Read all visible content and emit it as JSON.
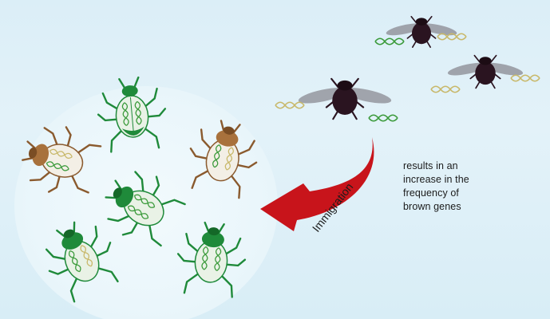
{
  "label": "Immigration",
  "caption": {
    "lines": [
      "results in an",
      "increase in the",
      "frequency of",
      "brown genes"
    ]
  },
  "colors": {
    "background": "#dbeef7",
    "green_beetle": "#1f8a3a",
    "brown_beetle": "#a8713c",
    "immigrant_beetle": "#2a1420",
    "arrow": "#c8141b",
    "dna_green": "#3a9a3a",
    "dna_tan": "#c8b86a"
  },
  "icons": [
    "green-beetle-icon",
    "brown-beetle-icon",
    "flying-beetle-icon",
    "curved-arrow-icon",
    "dna-helix-icon"
  ],
  "population": {
    "green_beetles": 4,
    "brown_beetles": 2,
    "immigrant_beetles": 3
  }
}
